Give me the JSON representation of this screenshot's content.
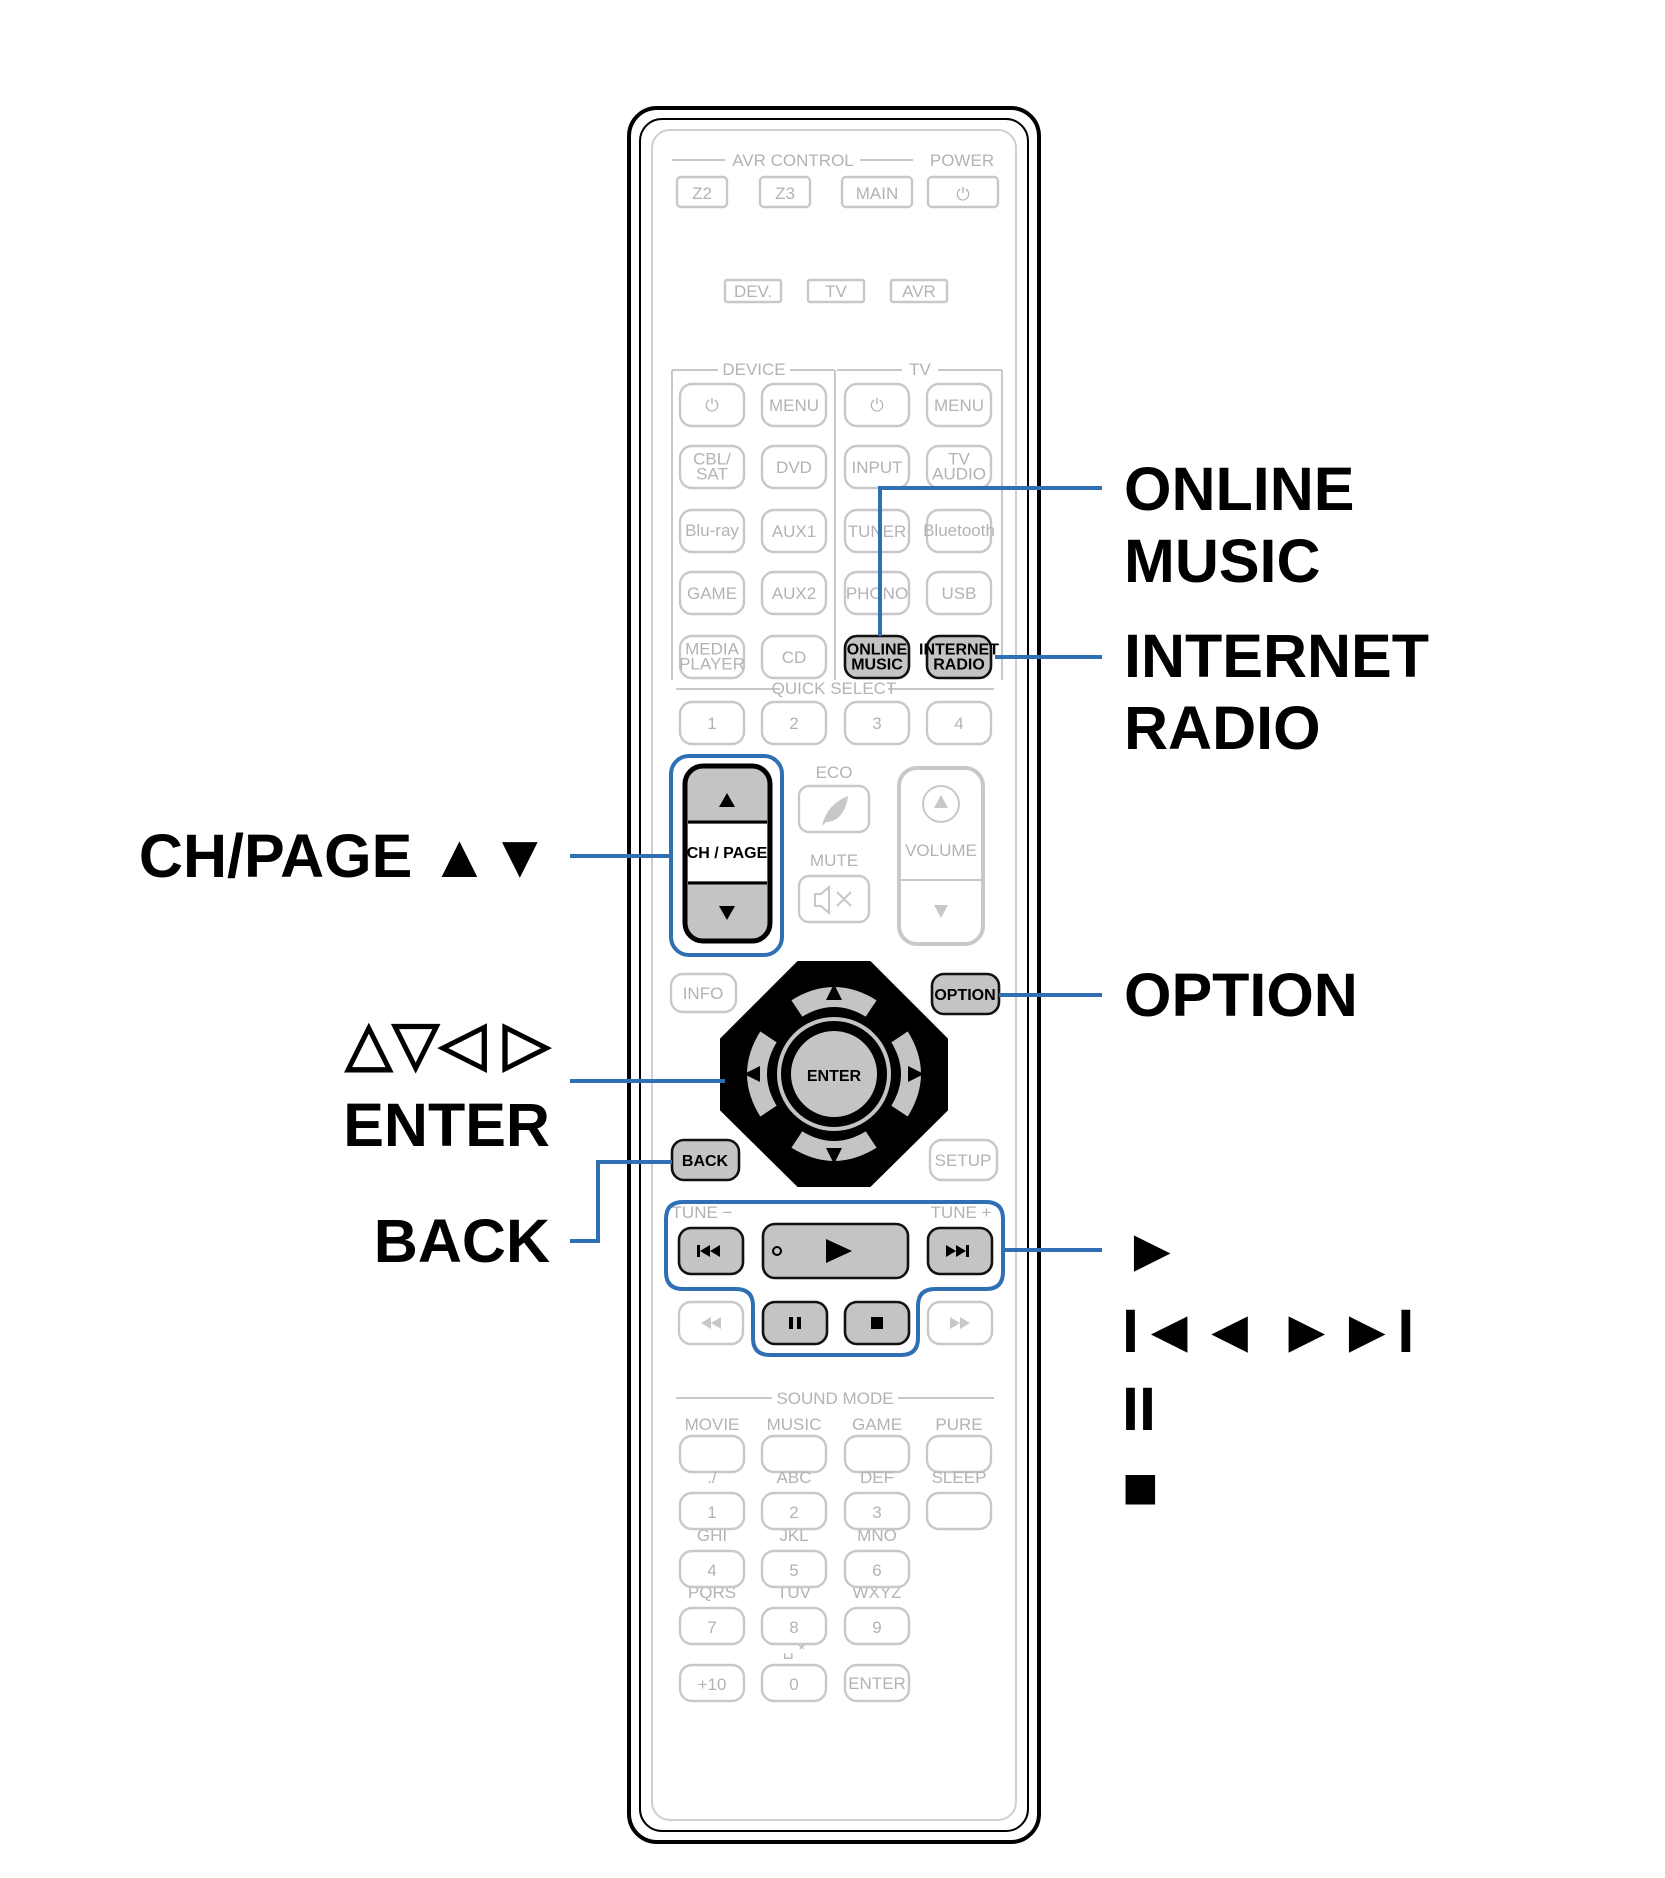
{
  "callouts": {
    "online_music": [
      "ONLINE",
      "MUSIC"
    ],
    "internet_radio": [
      "INTERNET",
      "RADIO"
    ],
    "ch_page": "CH/PAGE ▲▼",
    "option": "OPTION",
    "cursor_keys": "△▽◁ ▷",
    "enter": "ENTER",
    "back": "BACK",
    "play": "►",
    "skip": "I◄◄ ►►I",
    "pause": "II",
    "stop": "■"
  },
  "remote": {
    "avr_control": "AVR CONTROL",
    "power": "POWER",
    "zone_buttons": [
      "Z2",
      "Z3",
      "MAIN"
    ],
    "power_symbol": "⏻",
    "mode_buttons": [
      "DEV.",
      "TV",
      "AVR"
    ],
    "device_section": "DEVICE",
    "tv_section": "TV",
    "menu": "MENU",
    "device_grid": [
      [
        "CBL/\nSAT",
        "DVD"
      ],
      [
        "Blu-ray",
        "AUX1"
      ],
      [
        "GAME",
        "AUX2"
      ],
      [
        "MEDIA\nPLAYER",
        "CD"
      ]
    ],
    "tv_grid": [
      [
        "INPUT",
        "TV\nAUDIO"
      ],
      [
        "TUNER",
        "Bluetooth"
      ],
      [
        "PHONO",
        "USB"
      ],
      [
        "ONLINE\nMUSIC",
        "INTERNET\nRADIO"
      ]
    ],
    "quick_select": "QUICK SELECT",
    "quick_numbers": [
      "1",
      "2",
      "3",
      "4"
    ],
    "eco": "ECO",
    "mute": "MUTE",
    "ch_page_label": "CH / PAGE",
    "volume": "VOLUME",
    "info": "INFO",
    "option": "OPTION",
    "enter": "ENTER",
    "back": "BACK",
    "setup": "SETUP",
    "tune_minus": "TUNE −",
    "tune_plus": "TUNE +",
    "sound_mode": "SOUND MODE",
    "sound_modes": [
      "MOVIE",
      "MUSIC",
      "GAME",
      "PURE"
    ],
    "keypad_letters": [
      [
        "./",
        "ABC",
        "DEF",
        "SLEEP"
      ],
      [
        "GHI",
        "JKL",
        "MNO"
      ],
      [
        "PQRS",
        "TUV",
        "WXYZ"
      ],
      [
        "",
        "␣ *",
        ""
      ]
    ],
    "keypad_numbers": [
      [
        "1",
        "2",
        "3"
      ],
      [
        "4",
        "5",
        "6"
      ],
      [
        "7",
        "8",
        "9"
      ],
      [
        "+10",
        "0",
        "ENTER"
      ]
    ]
  }
}
